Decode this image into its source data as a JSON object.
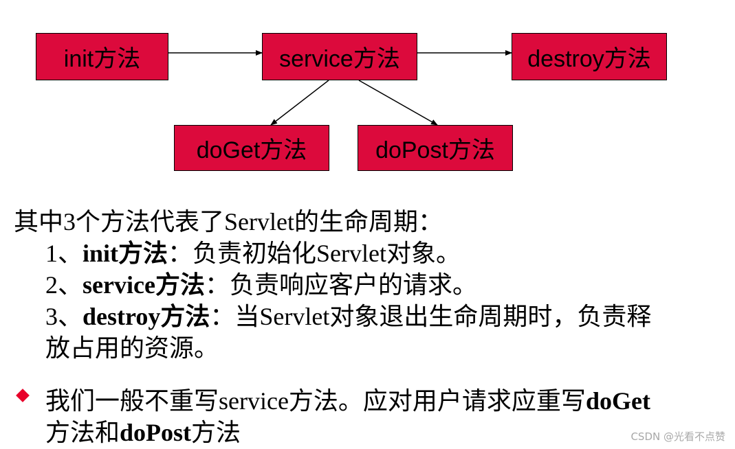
{
  "diagram": {
    "boxes": {
      "init": "init方法",
      "service": "service方法",
      "destroy": "destroy方法",
      "doget": "doGet方法",
      "dopost": "doPost方法"
    },
    "box_color": "#dc0a3c"
  },
  "text": {
    "intro": "其中3个方法代表了Servlet的生命周期：",
    "items": [
      {
        "num": "1、",
        "name": "init方法",
        "rest": "：负责初始化Servlet对象。"
      },
      {
        "num": "2、",
        "name": "service方法",
        "rest": "：负责响应客户的请求。"
      },
      {
        "num": "3、",
        "name": "destroy方法",
        "rest": "：当Servlet对象退出生命周期时，负责释",
        "cont": "放占用的资源。"
      }
    ],
    "note": {
      "part1": "我们一般不重写service方法。应对用户请求应重写",
      "b1": "doGet",
      "part2": "方法和",
      "b2": "doPost",
      "part3": "方法"
    }
  },
  "bullet_icon": "red-diamond",
  "watermark": "CSDN @光看不点赞"
}
